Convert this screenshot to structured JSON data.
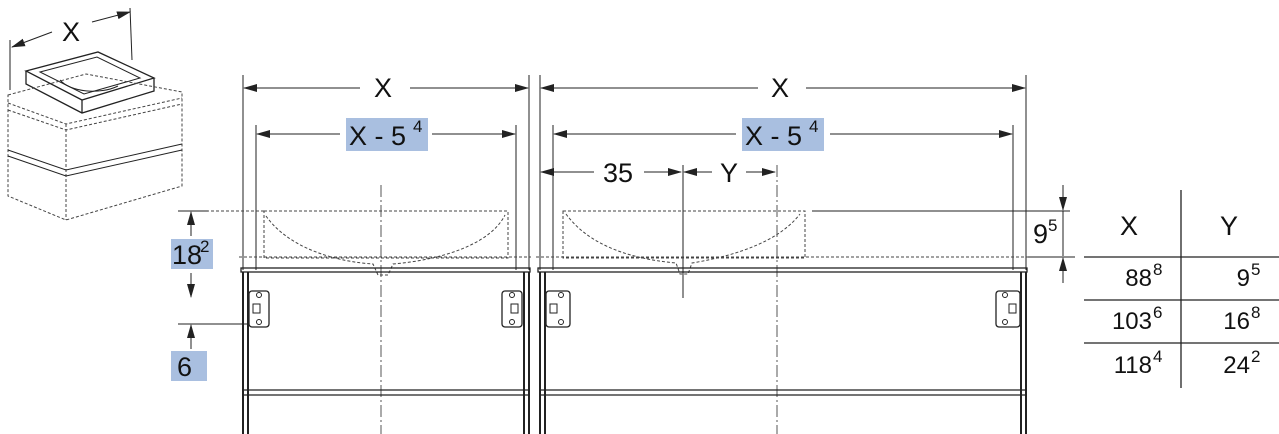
{
  "labels": {
    "x": "X",
    "y": "Y",
    "x_minus_base": "X - 5",
    "x_minus_sup": "4",
    "offset_35": "35",
    "h_182_base": "18",
    "h_182_sup": "2",
    "h_6": "6",
    "h_95_base": "9",
    "h_95_sup": "5"
  },
  "table": {
    "headers": [
      "X",
      "Y"
    ],
    "rows": [
      [
        {
          "base": "88",
          "sup": "8"
        },
        {
          "base": "9",
          "sup": "5"
        }
      ],
      [
        {
          "base": "103",
          "sup": "6"
        },
        {
          "base": "16",
          "sup": "8"
        }
      ],
      [
        {
          "base": "118",
          "sup": "4"
        },
        {
          "base": "24",
          "sup": "2"
        }
      ]
    ]
  },
  "colors": {
    "highlight": "#a9bfe0",
    "line": "#222222"
  }
}
